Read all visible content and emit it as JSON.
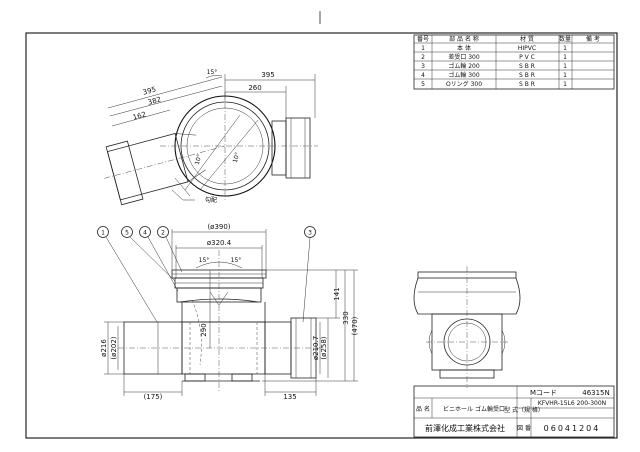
{
  "parts_table": {
    "headers": [
      "番号",
      "部 品 名 称",
      "材 質",
      "数量",
      "備 考"
    ],
    "rows": [
      [
        "1",
        "本 体",
        "HIPVC",
        "1",
        ""
      ],
      [
        "2",
        "差受口 300",
        "P V C",
        "1",
        ""
      ],
      [
        "3",
        "ゴム輪 200",
        "S B R",
        "1",
        ""
      ],
      [
        "4",
        "ゴム輪 300",
        "S B R",
        "1",
        ""
      ],
      [
        "5",
        "Oリング 300",
        "S B R",
        "1",
        ""
      ]
    ]
  },
  "top_view": {
    "dims": [
      "395",
      "382",
      "162",
      "15°",
      "395",
      "260"
    ],
    "angle_labels": [
      "10°",
      "10°"
    ],
    "note": "勾配"
  },
  "front_view": {
    "balloons": [
      "1",
      "5",
      "4",
      "2",
      "3"
    ],
    "dims": [
      "(ø390)",
      "ø320.4",
      "15°",
      "15°",
      "141",
      "330",
      "(470)",
      "290",
      "ø216",
      "(ø202)",
      "ø210.7",
      "(ø258)",
      "(175)",
      "135"
    ]
  },
  "title_block": {
    "code_label": "Mコード",
    "code_value": "46315N",
    "name_label": "品 名",
    "name_value": "ビニホール ゴム輪受口",
    "model_label": "型 式（規 格）",
    "model_value": "KFVHR-15L6 200-300N",
    "company": "前澤化成工業株式会社",
    "drawing_no_label": "図 番",
    "drawing_no_value": "06041204"
  }
}
